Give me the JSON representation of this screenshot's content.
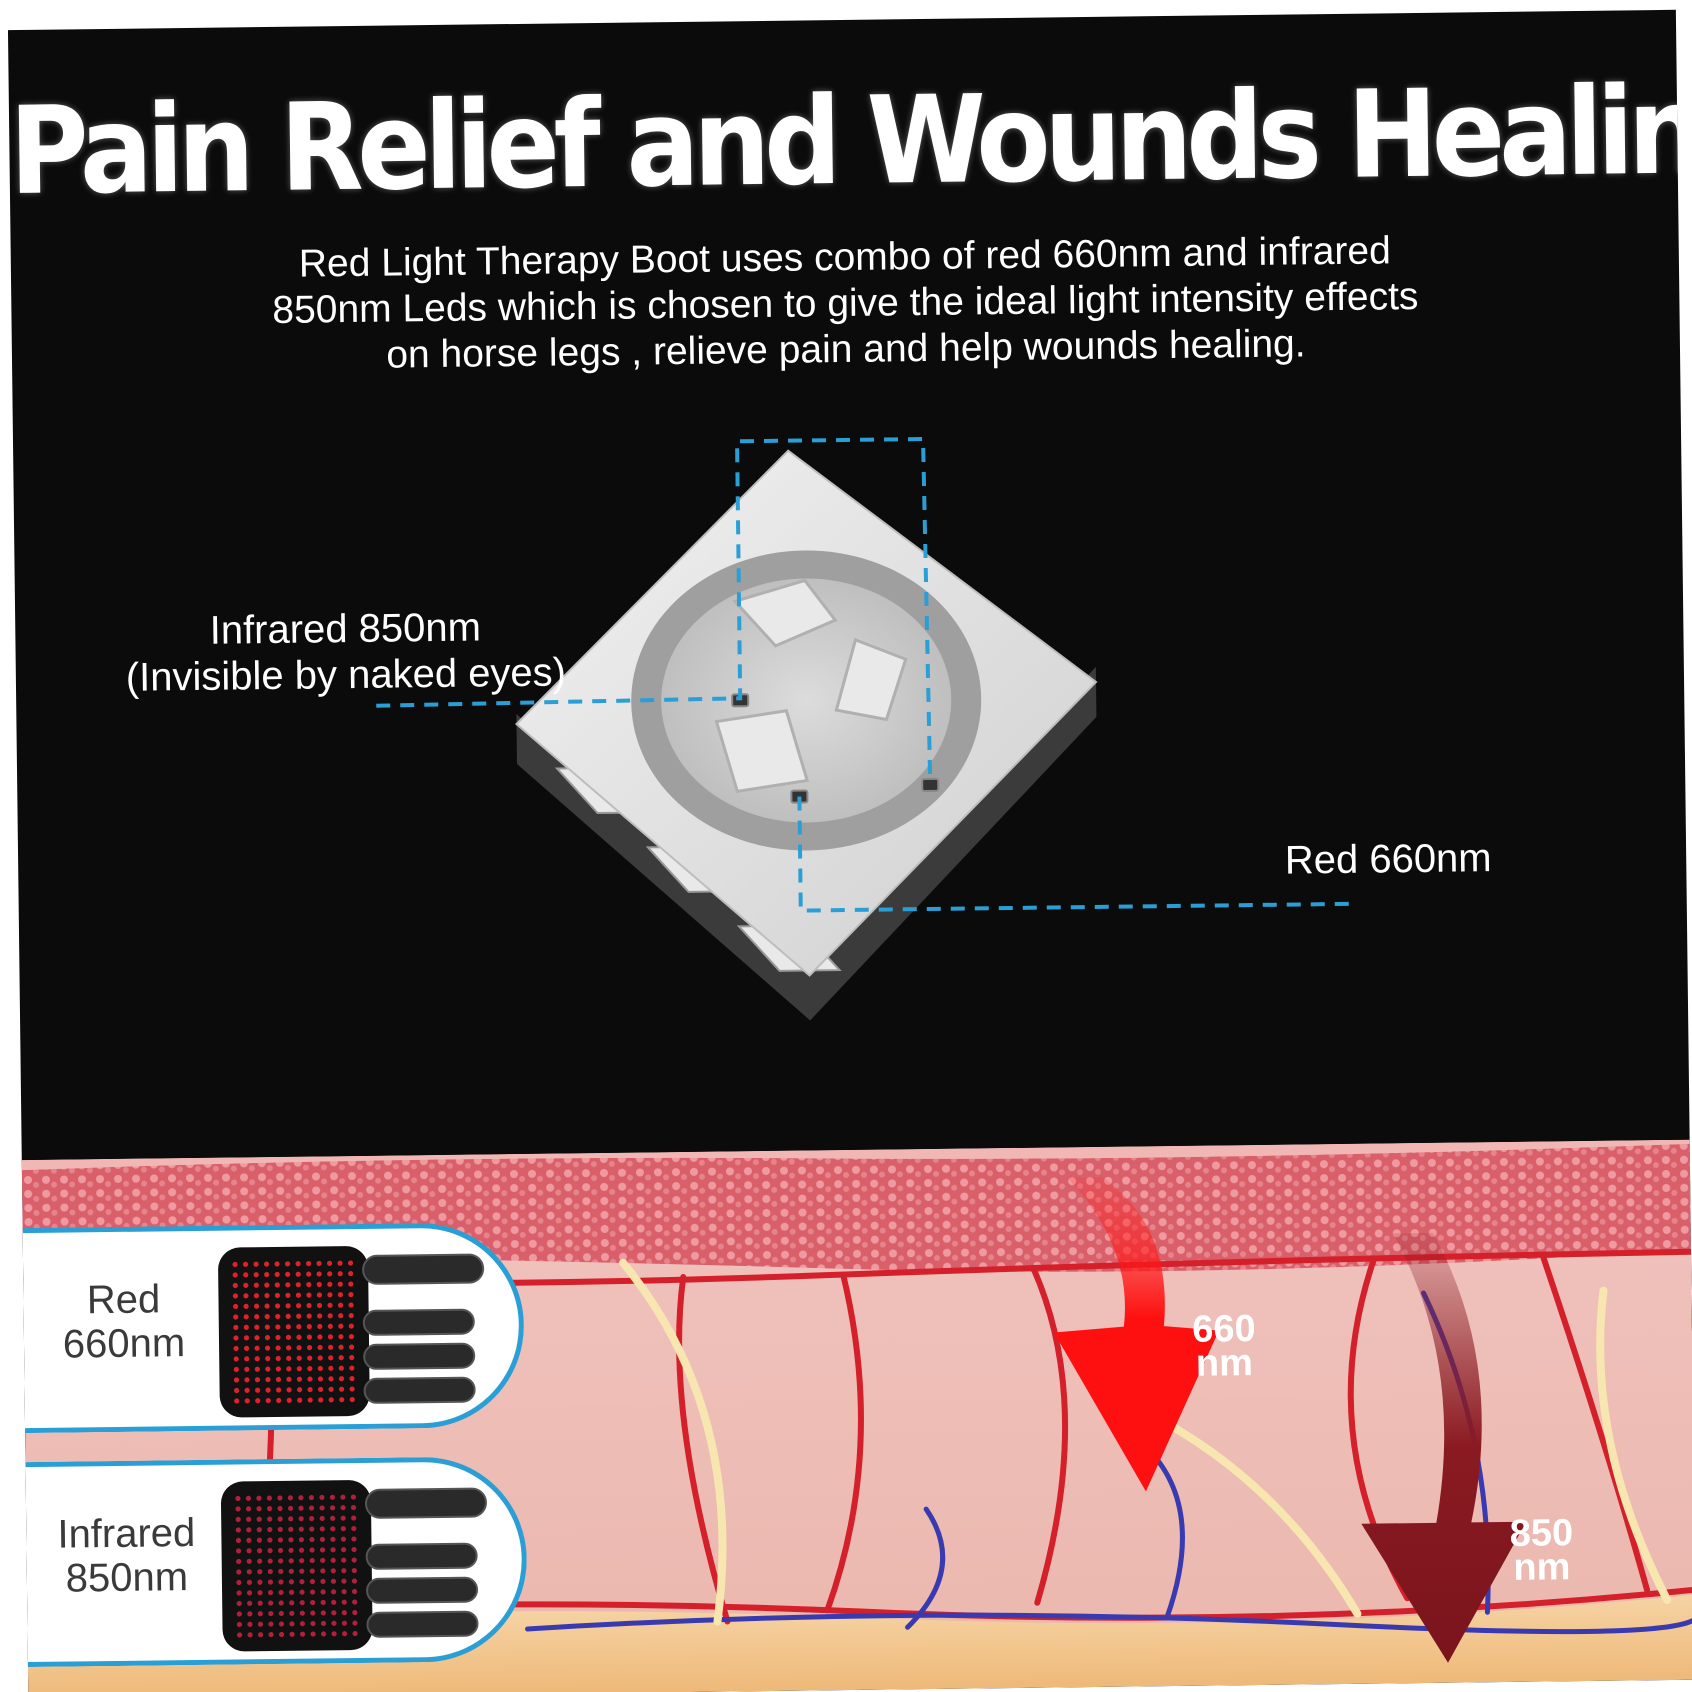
{
  "title": "Pain Relief and Wounds Healing",
  "description": [
    "Red Light Therapy Boot uses combo of red 660nm and infrared",
    "850nm Leds which is chosen to give the ideal light intensity effects",
    "on horse legs , relieve pain and help wounds healing."
  ],
  "chip": {
    "infrared_callout": [
      "Infrared 850nm",
      "(Invisible by naked eyes)"
    ],
    "red_callout": "Red 660nm"
  },
  "modes": [
    {
      "label": [
        "Red",
        "660nm"
      ],
      "led_color": "#e0202a"
    },
    {
      "label": [
        "Infrared",
        "850nm"
      ],
      "led_color": "#b0203a"
    }
  ],
  "arrows": {
    "red": [
      "660",
      "nm"
    ],
    "infrared": [
      "850",
      "nm"
    ]
  },
  "colors": {
    "callout_line": "#2a9fd6",
    "red_arrow": "#ff1010",
    "infrared_arrow": "#8a1a22",
    "card_border": "#2a9fd6"
  }
}
